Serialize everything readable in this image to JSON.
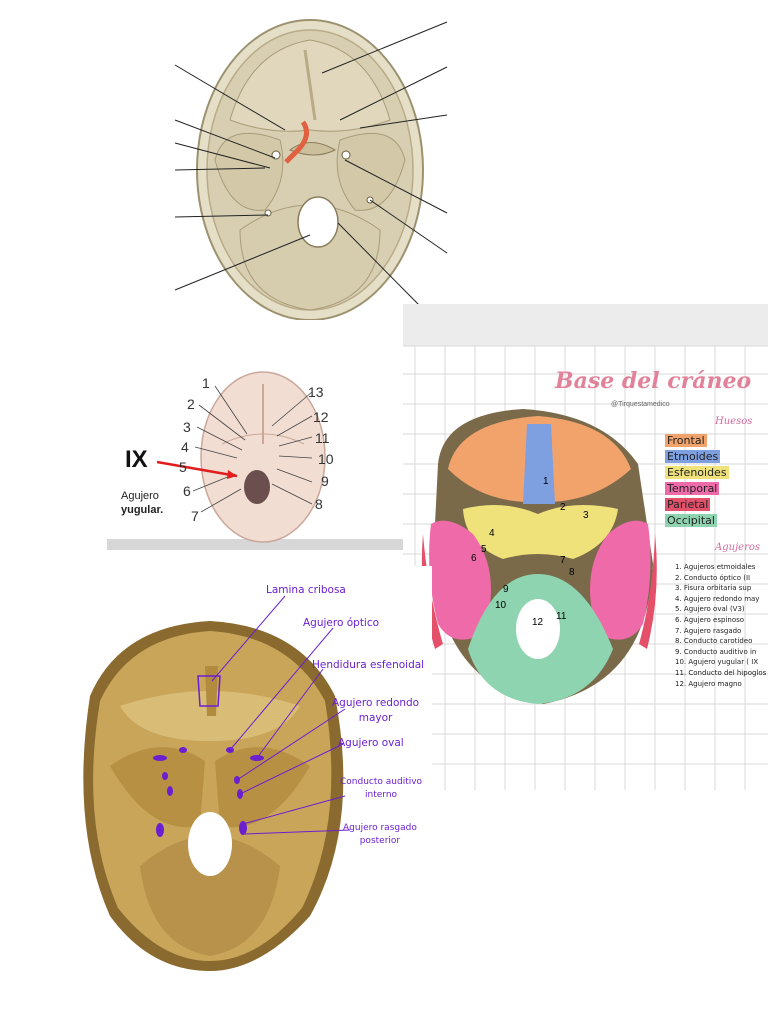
{
  "panel_2": {
    "numbers": [
      "1",
      "2",
      "3",
      "4",
      "5",
      "6",
      "7",
      "13",
      "12",
      "11",
      "10",
      "9",
      "8"
    ],
    "highlight_numeral": "IX",
    "caption_line1": "Agujero",
    "caption_line2": "yugular."
  },
  "panel_3": {
    "title": "Base del cráneo",
    "handle": "@Tirquestamedico",
    "bones_heading": "Huesos",
    "bones": [
      {
        "label": "Frontal",
        "color": "#f2a36b"
      },
      {
        "label": "Etmoides",
        "color": "#7e9fe0"
      },
      {
        "label": "Esfenoides",
        "color": "#efe27a"
      },
      {
        "label": "Temporal",
        "color": "#ee6aa8"
      },
      {
        "label": "Parietal",
        "color": "#e4506a"
      },
      {
        "label": "Occipital",
        "color": "#8fd4b0"
      }
    ],
    "foramina_heading": "Agujeros",
    "foramina": [
      "1.  Agujeros etmoidales",
      "2.  Conducto óptico (II",
      "3.  Fisura orbitaria sup",
      "4.  Agujero redondo may",
      "5.  Agujero oval (V3)",
      "6.  Agujero espinoso",
      "7.  Agujero rasgado",
      "8.  Conducto carotídeo",
      "9.  Conducto auditivo in",
      "10. Agujero yugular ( IX",
      "11. Conducto del hipoglos",
      "12. Agujero magno"
    ],
    "skull_numbers": [
      "1",
      "2",
      "3",
      "4",
      "5",
      "6",
      "7",
      "8",
      "9",
      "10",
      "11",
      "12"
    ]
  },
  "panel_4": {
    "labels": {
      "lamina": "Lamina cribosa",
      "optico": "Agujero óptico",
      "hendidura": "Hendidura esfenoidal",
      "redondo": "Agujero redondo\nmayor",
      "oval": "Agujero oval",
      "auditivo": "Conducto auditivo\ninterno",
      "rasgado": "Agujero rasgado\nposterior"
    }
  },
  "colors": {
    "bone_light": "#d9d0b4",
    "bone_dark": "#b8a785",
    "panel4_bone": "#c9a55a",
    "label_purple": "#6a1fd0",
    "arrow_red": "#e11d1d"
  }
}
